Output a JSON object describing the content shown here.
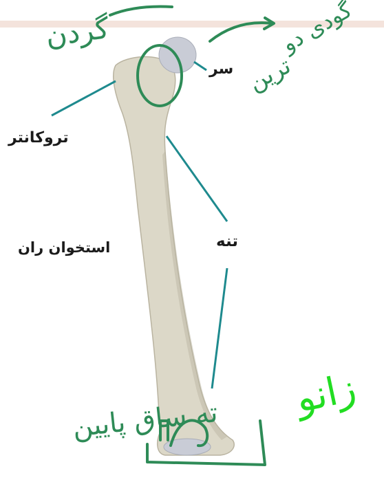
{
  "labels": {
    "head": "سر",
    "trochanter": "تروکانتر",
    "femur": "استخوان ران",
    "shaft": "تنه"
  },
  "handwriting": {
    "top_left": "گردن",
    "top_right_1": "گودی دو",
    "top_right_2": "ترین",
    "bottom_right": "زانو",
    "bottom_left": "ته ساق پایین"
  },
  "colors": {
    "leader_line": "#1e8a8e",
    "bone": "#dcd8c8",
    "bone_shadow": "#b9b3a0",
    "cartilage": "#c9ccd6",
    "ink_dark_green": "#2e8b57",
    "ink_bright_green": "#22dd22",
    "label_text": "#1b1b1b",
    "top_tint": "#f4e3dc"
  }
}
